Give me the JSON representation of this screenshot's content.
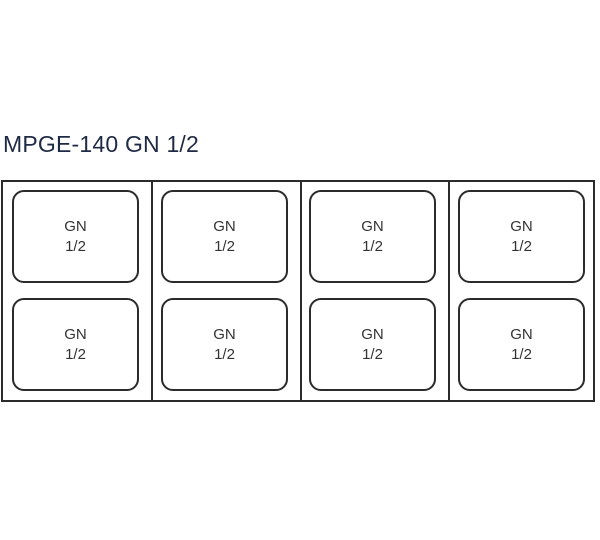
{
  "title": "MPGE-140 GN 1/2",
  "pans": [
    {
      "line1": "GN",
      "line2": "1/2"
    },
    {
      "line1": "GN",
      "line2": "1/2"
    },
    {
      "line1": "GN",
      "line2": "1/2"
    },
    {
      "line1": "GN",
      "line2": "1/2"
    },
    {
      "line1": "GN",
      "line2": "1/2"
    },
    {
      "line1": "GN",
      "line2": "1/2"
    },
    {
      "line1": "GN",
      "line2": "1/2"
    },
    {
      "line1": "GN",
      "line2": "1/2"
    }
  ],
  "colors": {
    "outline": "#2b2b2b",
    "title": "#1f2a44",
    "text": "#333333"
  }
}
